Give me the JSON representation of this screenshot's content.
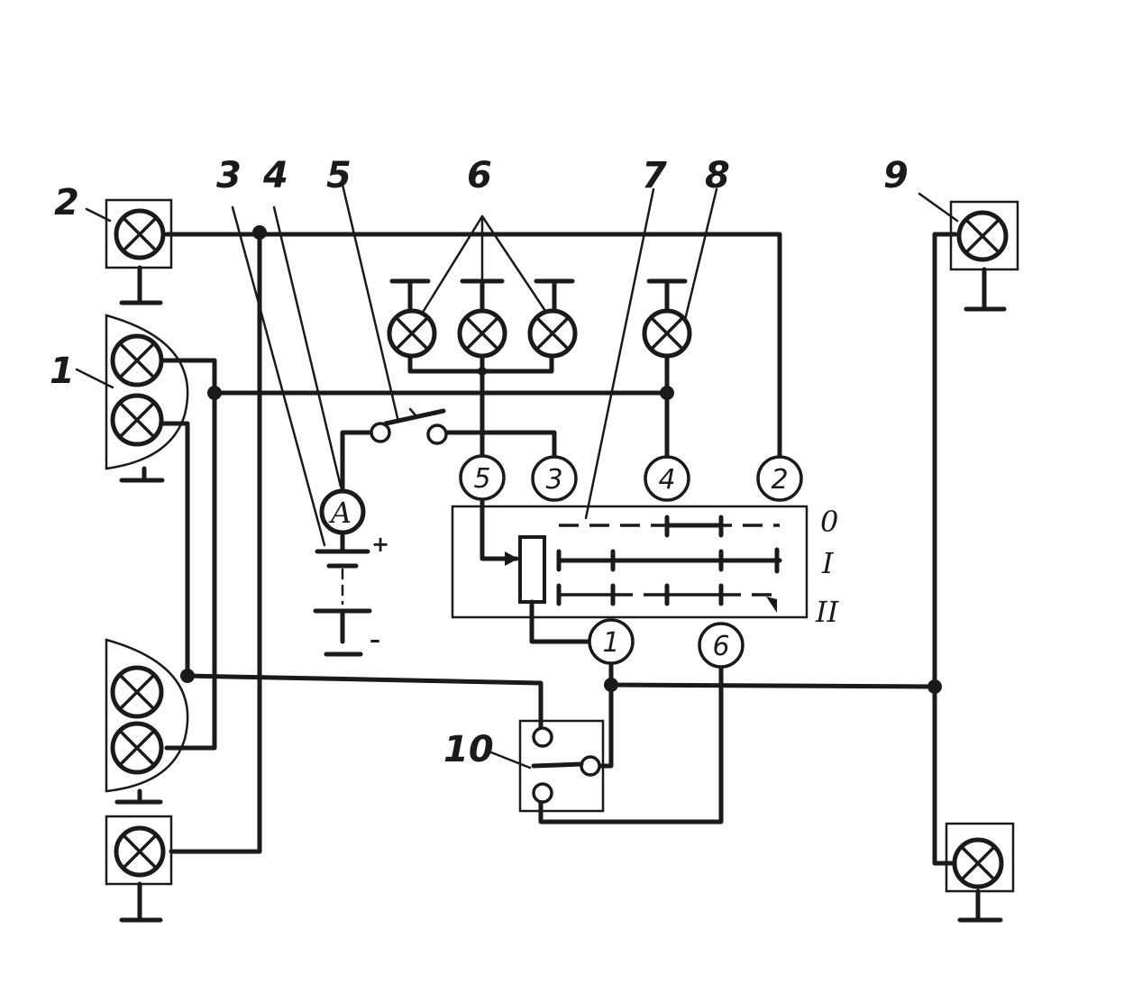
{
  "labels": {
    "l1": "1",
    "l2": "2",
    "l3": "3",
    "l4": "4",
    "l5": "5",
    "l6": "6",
    "l7": "7",
    "l8": "8",
    "l9": "9",
    "l10": "10"
  },
  "terminals": {
    "t5": "5",
    "t3": "3",
    "t4": "4",
    "t2": "2",
    "t1": "1",
    "t6": "6"
  },
  "ammeter": {
    "symbol": "A"
  },
  "battery": {
    "plus": "+",
    "minus": "–"
  },
  "switch_positions": {
    "p0": "0",
    "p1": "I",
    "p2": "II"
  }
}
